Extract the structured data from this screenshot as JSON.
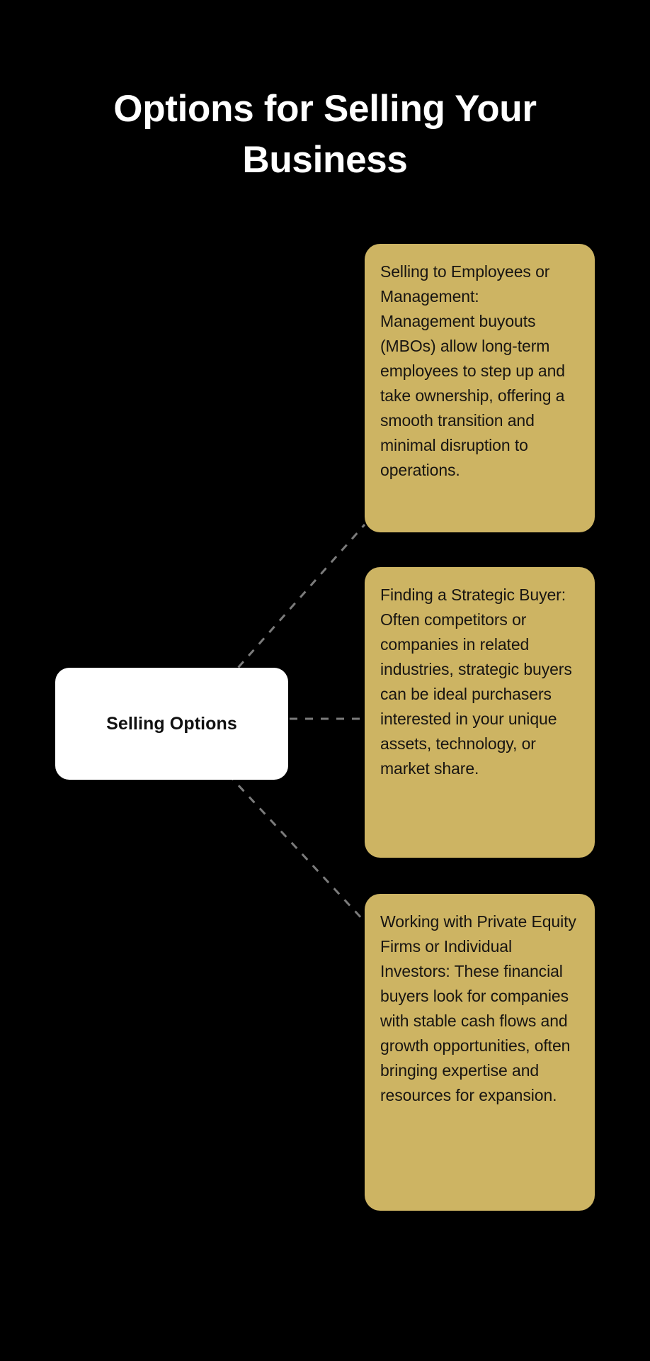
{
  "page": {
    "title": "Options for Selling Your Business",
    "background_color": "#000000",
    "title_color": "#ffffff"
  },
  "diagram": {
    "type": "mind-map",
    "root": {
      "label": "Selling Options",
      "fill_color": "#ffffff",
      "text_color": "#111111"
    },
    "connector": {
      "style": "dashed",
      "color": "#7b7b7b"
    },
    "branches": [
      {
        "id": "branch-employees-management",
        "text": "Selling to Employees or Management: Management buyouts (MBOs) allow long-term employees to step up and take ownership, offering a smooth transition and minimal disruption to operations.",
        "fill_color": "#cdb463",
        "text_color": "#181512"
      },
      {
        "id": "branch-strategic-buyer",
        "text": "Finding a Strategic Buyer: Often competitors or companies in related industries, strategic buyers can be ideal purchasers interested in your unique assets, technology, or market share.",
        "fill_color": "#cdb463",
        "text_color": "#181512"
      },
      {
        "id": "branch-private-equity",
        "text": "Working with Private Equity Firms or Individual Investors: These financial buyers look for companies with stable cash flows and growth opportunities, often bringing expertise and resources for expansion.",
        "fill_color": "#cdb463",
        "text_color": "#181512"
      }
    ]
  }
}
